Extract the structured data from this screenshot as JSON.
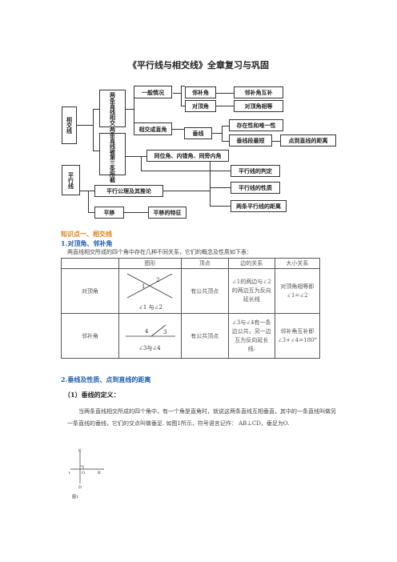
{
  "title": "《平行线与相交线》全章复习与巩固",
  "mindmap": {
    "root": "相交线",
    "two_lines": "两条直线相交",
    "three_lines": "两条直线被第三条所截",
    "general": "一般情况",
    "adjacent_supp": "邻补角",
    "adjacent_supp_prop": "邻补角互补",
    "vertical": "对顶角",
    "vertical_prop": "对顶角相等",
    "perp_intersect": "相交成直角",
    "perpendicular": "垂线",
    "unique": "存在性和唯一性",
    "shortest": "垂线段最短",
    "point_line_dist": "点到直线的距离",
    "angles": "同位角、内错角、同旁内角",
    "parallel_root": "平行线",
    "judge": "平行线的判定",
    "props": "平行线的性质",
    "axiom": "平行公理及其推论",
    "dist_parallel": "两条平行线的距离",
    "translate": "平移",
    "translate_feat": "平移的特征"
  },
  "section1": "知识点一、相交线",
  "sub1": "1.对顶角、邻补角",
  "intro1": "两直线相交所成的四个角中存在几种不同关系，它们的概念及性质如下表：",
  "table": {
    "headers": [
      "图形",
      "顶点",
      "边的关系",
      "大小关系"
    ],
    "rows": [
      {
        "name": "对顶角",
        "fig_label": "∠1 与∠2",
        "l1": "1",
        "l2": "2",
        "vertex": "有公共顶点",
        "edge": "∠1的两边与∠2的两边互为反向延长线",
        "size": "对顶角相等即∠1=∠2"
      },
      {
        "name": "邻补角",
        "fig_label": "∠3与∠4",
        "l1": "4",
        "l2": "3",
        "vertex": "有公共顶点",
        "edge": "∠3与∠4有一条边公共，另一边互为反向延长线.",
        "size": "邻补角互补即∠3+∠4=180°"
      }
    ]
  },
  "sub2": "2.垂线及性质、点到直线的距离",
  "sub2a": "（1）垂线的定义：",
  "para": "当两条直线相交所成的四个角中，有一个角是直角时，就说这两条直线互相垂直，其中的一条直线叫做另一条直线的垂线，它们的交点叫做垂足. 如图1所示，符号语言记作： AB⊥CD，垂足为O.",
  "fig1": {
    "C": "C",
    "A": "A",
    "O": "O",
    "B": "B",
    "D": "D",
    "caption": "图1"
  }
}
